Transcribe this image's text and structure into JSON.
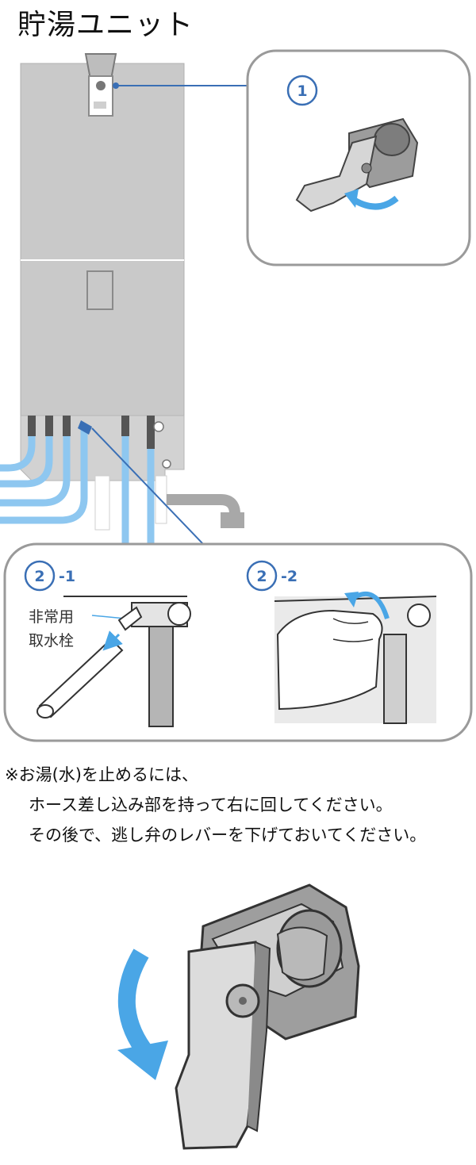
{
  "title": "貯湯ユニット",
  "steps": {
    "step1": "1",
    "step2_1_num": "2",
    "step2_1_suffix": "-1",
    "step2_2_num": "2",
    "step2_2_suffix": "-2"
  },
  "labels": {
    "faucet_line1": "非常用",
    "faucet_line2": "取水栓"
  },
  "notes": {
    "line1": "※お湯(水)を止めるには、",
    "line2": "ホース差し込み部を持って右に回してください。",
    "line3": "その後で、逃し弁のレバーを下げておいてください。"
  },
  "colors": {
    "accent_blue": "#3a6fb5",
    "pipe_blue": "#8ec7f0",
    "arrow_blue": "#4aa6e6",
    "unit_gray": "#c9c9c9"
  }
}
